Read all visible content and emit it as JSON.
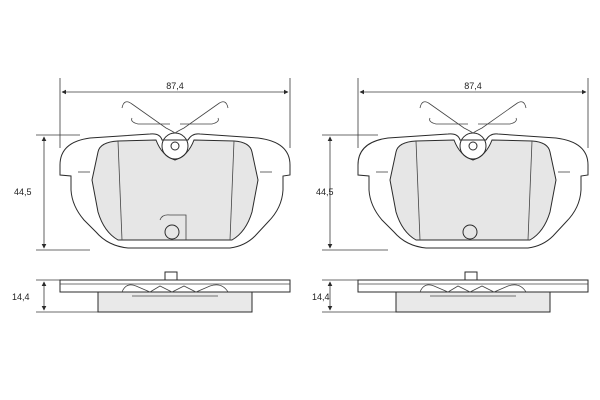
{
  "views": [
    {
      "id": "left",
      "width_label": "87,4",
      "height_label": "44,5",
      "thickness_label": "14,4"
    },
    {
      "id": "right",
      "width_label": "87,4",
      "height_label": "44,5",
      "thickness_label": "14,4"
    }
  ]
}
